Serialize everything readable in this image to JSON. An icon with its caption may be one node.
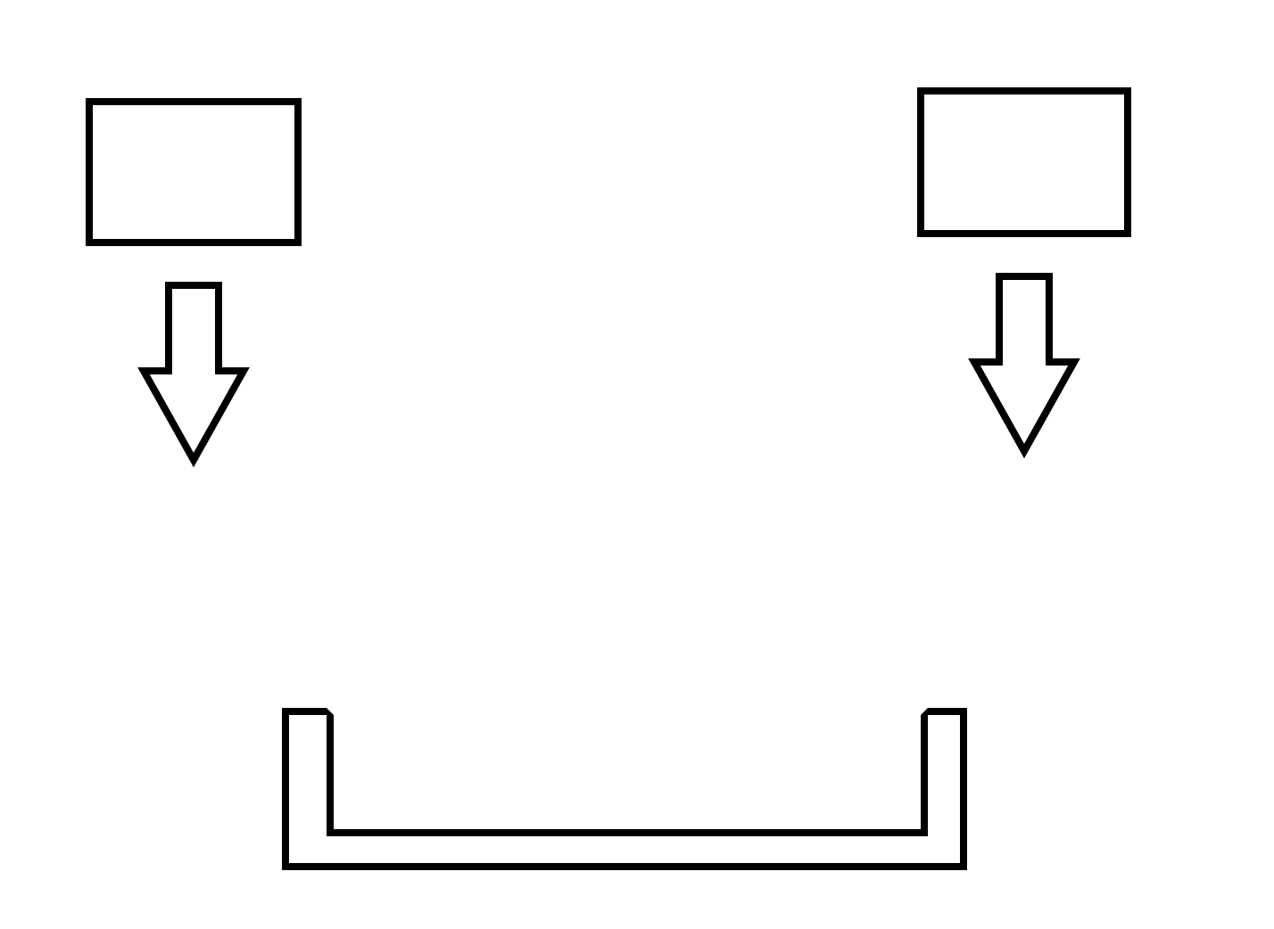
{
  "diagram": {
    "nodes": [
      {
        "text": [],
        "shape": "box"
      },
      {
        "text": [],
        "shape": "box"
      },
      {
        "text": [],
        "shape": "tray"
      },
      {
        "text": [],
        "shape": "box",
        "in": 2
      }
    ],
    "edges": [
      {
        "from": 0,
        "to": null,
        "arrow": "to"
      },
      {
        "from": 1,
        "to": null,
        "arrow": "to"
      }
    ]
  }
}
